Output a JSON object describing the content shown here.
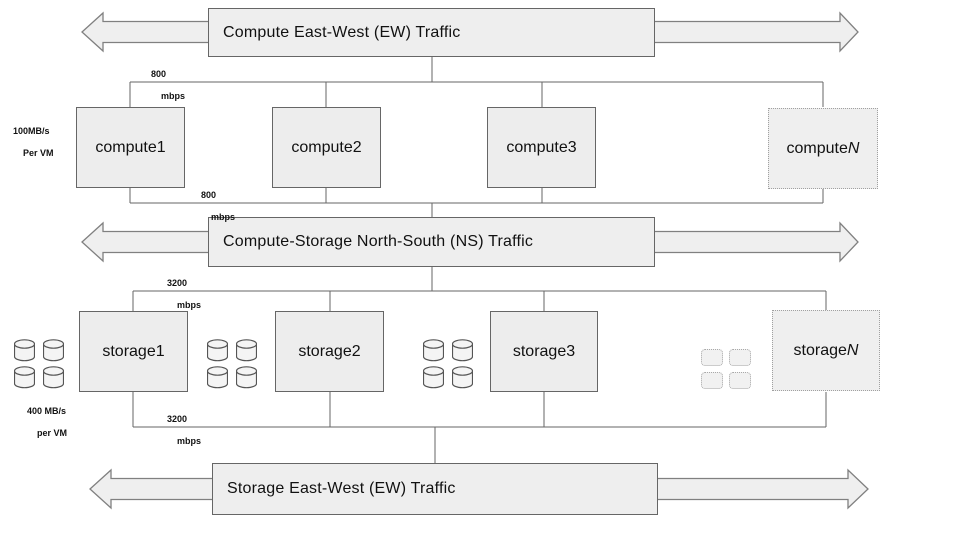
{
  "diagram": {
    "banners": {
      "top": "Compute East-West (EW) Traffic",
      "middle": "Compute-Storage North-South (NS) Traffic",
      "bottom": "Storage East-West (EW) Traffic"
    },
    "compute_row": {
      "side_label": {
        "line1": "100MB/s",
        "line2": "Per VM"
      },
      "top_link_label": {
        "line1": "800",
        "line2": "mbps"
      },
      "bottom_link_label": {
        "line1": "800",
        "line2": "mbps"
      },
      "nodes": [
        {
          "label": "compute1",
          "italic_suffix": ""
        },
        {
          "label": "compute2",
          "italic_suffix": ""
        },
        {
          "label": "compute3",
          "italic_suffix": ""
        },
        {
          "label": "compute",
          "italic_suffix": "N"
        }
      ]
    },
    "storage_row": {
      "side_label": {
        "line1": "400 MB/s",
        "line2": "per VM"
      },
      "top_link_label": {
        "line1": "3200",
        "line2": "mbps"
      },
      "bottom_link_label": {
        "line1": "3200",
        "line2": "mbps"
      },
      "nodes": [
        {
          "label": "storage1",
          "italic_suffix": ""
        },
        {
          "label": "storage2",
          "italic_suffix": ""
        },
        {
          "label": "storage3",
          "italic_suffix": ""
        },
        {
          "label": "storage",
          "italic_suffix": "N"
        }
      ]
    },
    "colors": {
      "box_fill": "#ededed",
      "box_border": "#666666",
      "dashed_border": "#a0a0a0",
      "connector_line": "#666666",
      "arrow_fill": "#efefef",
      "arrow_border": "#808080",
      "background": "#ffffff"
    }
  }
}
